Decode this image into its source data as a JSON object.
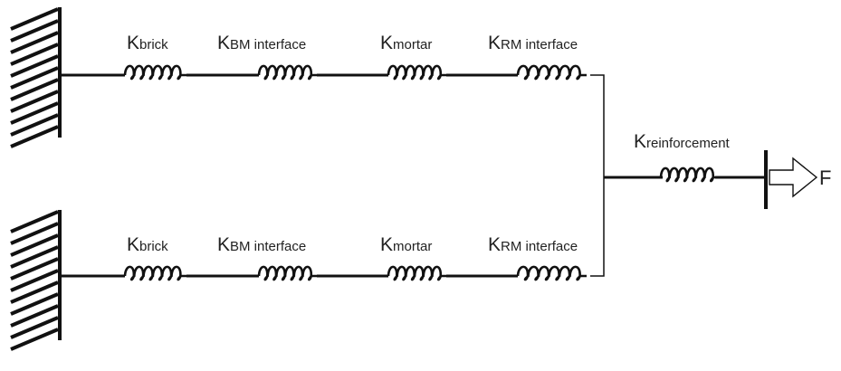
{
  "diagram": {
    "rows": [
      {
        "springs": [
          {
            "symbol": "K",
            "subscript": "brick"
          },
          {
            "symbol": "K",
            "subscript": "BM interface"
          },
          {
            "symbol": "K",
            "subscript": "mortar"
          },
          {
            "symbol": "K",
            "subscript": "RM interface"
          }
        ]
      },
      {
        "springs": [
          {
            "symbol": "K",
            "subscript": "brick"
          },
          {
            "symbol": "K",
            "subscript": "BM interface"
          },
          {
            "symbol": "K",
            "subscript": "mortar"
          },
          {
            "symbol": "K",
            "subscript": "RM interface"
          }
        ]
      }
    ],
    "reinforcement": {
      "symbol": "K",
      "subscript": "reinforcement"
    },
    "force": {
      "label": "F"
    }
  }
}
